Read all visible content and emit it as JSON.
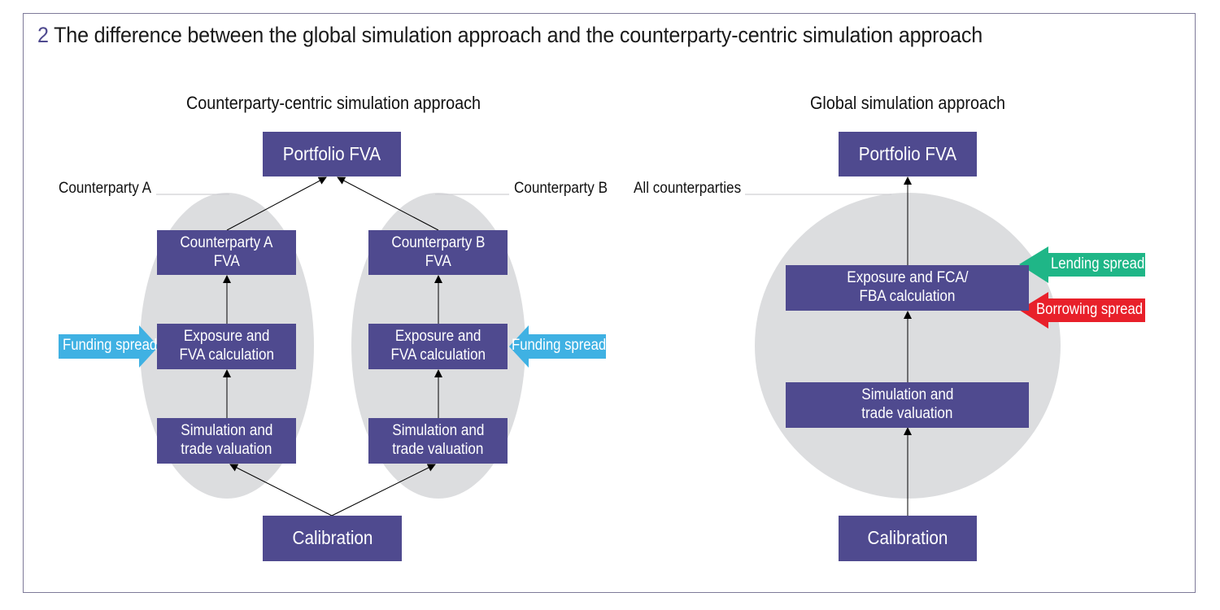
{
  "figure": {
    "number": "2",
    "title": "The difference between the global simulation approach and the counterparty-centric simulation approach"
  },
  "colors": {
    "box": "#4f4a8f",
    "ellipse": "#dcdddf",
    "funding_spread": "#3fb1e3",
    "lending_spread": "#1fb687",
    "borrowing_spread": "#e8202a",
    "frame": "#7e7a99"
  },
  "left_panel": {
    "title": "Counterparty-centric simulation approach",
    "portfolio": "Portfolio FVA",
    "calibration": "Calibration",
    "counterparty_a": {
      "group_label": "Counterparty A",
      "fva_line1": "Counterparty A",
      "fva_line2": "FVA",
      "exposure_line1": "Exposure and",
      "exposure_line2": "FVA calculation",
      "simulation_line1": "Simulation and",
      "simulation_line2": "trade valuation",
      "input": "Funding spread"
    },
    "counterparty_b": {
      "group_label": "Counterparty B",
      "fva_line1": "Counterparty B",
      "fva_line2": "FVA",
      "exposure_line1": "Exposure and",
      "exposure_line2": "FVA calculation",
      "simulation_line1": "Simulation and",
      "simulation_line2": "trade valuation",
      "input": "Funding spread"
    }
  },
  "right_panel": {
    "title": "Global simulation approach",
    "portfolio": "Portfolio FVA",
    "group_label": "All counterparties",
    "exposure_line1": "Exposure and FCA/",
    "exposure_line2": "FBA calculation",
    "simulation_line1": "Simulation and",
    "simulation_line2": "trade valuation",
    "calibration": "Calibration",
    "lending_input": "Lending spread",
    "borrowing_input": "Borrowing spread"
  }
}
